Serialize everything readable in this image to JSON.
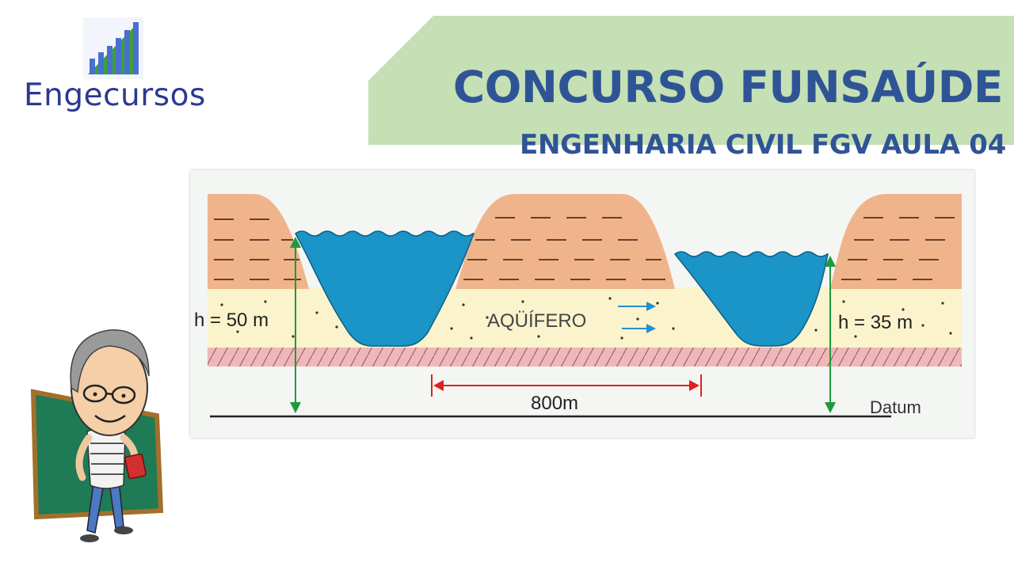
{
  "brand": {
    "name": "Engecursos",
    "accent": "#2b3990",
    "logo_green": "#3aa335",
    "logo_blue": "#4a6fd1"
  },
  "banner": {
    "title": "CONCURSO FUNSAÚDE",
    "subtitle": "ENGENHARIA CIVIL FGV AULA 04",
    "background": "#c5e0b4",
    "text_color": "#2f5496"
  },
  "diagram": {
    "left_head": "h = 50 m",
    "right_head": "h = 35 m",
    "aquifer_label": "AQÜÍFERO",
    "distance_label": "800m",
    "datum_label": "Datum",
    "colors": {
      "soil": "#f0b48c",
      "aquifer": "#fbf3cc",
      "water": "#1b94c8",
      "bedrock": "#f1b7b8",
      "head_arrow": "#1e9a3c",
      "distance_arrow": "#e02020",
      "flow_arrow": "#2a8cd0"
    }
  }
}
